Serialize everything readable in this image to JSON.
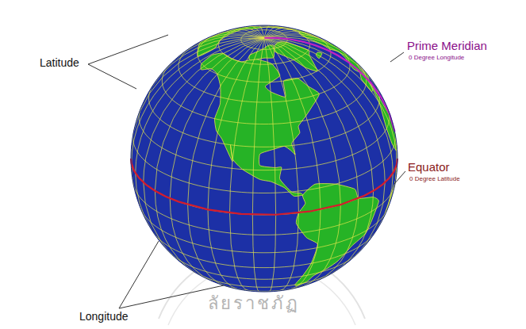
{
  "diagram": {
    "labels": [
      "Latitude",
      "Prime Meridian",
      "0 Degree Longitude",
      "Equator",
      "0 Degree Latitude",
      "Longitude",
      "ลัยราชภัฏ"
    ]
  }
}
